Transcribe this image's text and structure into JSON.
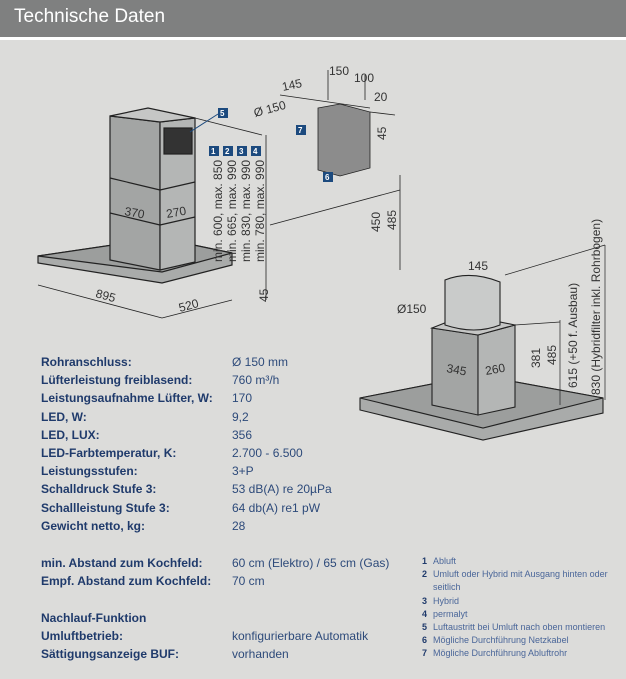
{
  "header": {
    "title": "Technische Daten"
  },
  "diagram1": {
    "dims": {
      "width": "895",
      "depth": "520",
      "chimney_w": "370",
      "chimney_d": "270",
      "hood_h": "45"
    },
    "heights": [
      "min. 600, max. 850",
      "min. 665, max. 990",
      "min. 830, max. 990",
      "min. 780, max. 990"
    ],
    "badges": [
      "1",
      "2",
      "3",
      "4"
    ],
    "badge5": "5"
  },
  "diagram2": {
    "dims": {
      "d": "145",
      "pipe": "Ø 150",
      "a": "150",
      "b": "100",
      "c": "20",
      "e": "45",
      "h1": "450",
      "h2": "485"
    },
    "badge7": "7",
    "badge6": "6"
  },
  "diagram3": {
    "dims": {
      "top": "145",
      "pipe": "Ø150",
      "w": "345",
      "d": "260",
      "h1": "381",
      "h2": "485",
      "h3": "615 (+50 f. Ausbau)",
      "h4": "830 (Hybridfilter inkl. Rohrbogen)"
    }
  },
  "specs": [
    {
      "label": "Rohranschluss:",
      "value": "Ø 150 mm"
    },
    {
      "label": "Lüfterleistung freiblasend:",
      "value": "760 m³/h"
    },
    {
      "label": "Leistungsaufnahme Lüfter, W:",
      "value": "170"
    },
    {
      "label": "LED, W:",
      "value": "9,2"
    },
    {
      "label": "LED, LUX:",
      "value": "356"
    },
    {
      "label": "LED-Farbtemperatur, K:",
      "value": "2.700 - 6.500"
    },
    {
      "label": "Leistungsstufen:",
      "value": "3+P"
    },
    {
      "label": "Schalldruck Stufe 3:",
      "value": "53 dB(A) re 20µPa"
    },
    {
      "label": "Schallleistung Stufe 3:",
      "value": "64 db(A) re1 pW"
    },
    {
      "label": "Gewicht netto, kg:",
      "value": "28"
    }
  ],
  "specs2": [
    {
      "label": "min. Abstand zum Kochfeld:",
      "value": "60 cm (Elektro) / 65 cm (Gas)"
    },
    {
      "label": "Empf. Abstand zum Kochfeld:",
      "value": "70 cm"
    }
  ],
  "specs3": [
    {
      "label": "Nachlauf-Funktion",
      "value": ""
    },
    {
      "label": "Umluftbetrieb:",
      "value": "konfigurierbare Automatik"
    },
    {
      "label": "Sättigungsanzeige BUF:",
      "value": "vorhanden"
    }
  ],
  "legend": [
    {
      "n": "1",
      "text": "Abluft"
    },
    {
      "n": "2",
      "text": "Umluft oder Hybrid mit Ausgang hinten oder seitlich"
    },
    {
      "n": "3",
      "text": "Hybrid"
    },
    {
      "n": "4",
      "text": "permalyt"
    },
    {
      "n": "5",
      "text": "Luftaustritt bei Umluft nach oben montieren"
    },
    {
      "n": "6",
      "text": "Mögliche Durchführung Netzkabel"
    },
    {
      "n": "7",
      "text": "Mögliche Durchführung Abluftrohr"
    }
  ]
}
